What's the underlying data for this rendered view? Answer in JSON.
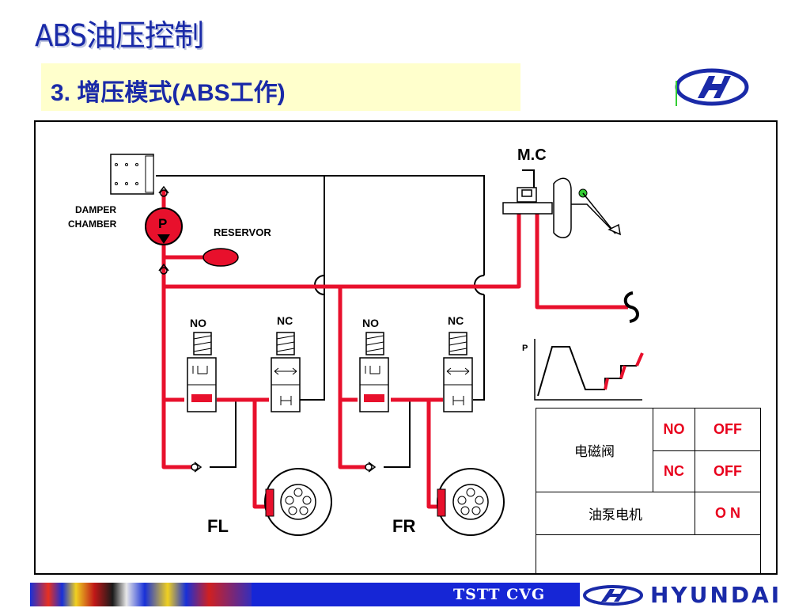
{
  "page": {
    "title": "ABS油压控制",
    "subtitle": "3. 增压模式(ABS工作)"
  },
  "diagram": {
    "labels": {
      "mc": "M.C",
      "damper": "DAMPER",
      "chamber": "CHAMBER",
      "pump": "P",
      "reservor": "RESERVOR",
      "no_left": "NO",
      "nc_left": "NC",
      "no_right": "NO",
      "nc_right": "NC",
      "fl": "FL",
      "fr": "FR",
      "graph_p": "P"
    },
    "colors": {
      "hydraulic": "#e8102c",
      "pump": "#e8102c",
      "accent_green": "#33cc33",
      "title_blue": "#1a2aa8",
      "subtitle_bg": "#ffffcc"
    }
  },
  "status_table": {
    "solenoid_label": "电磁阀",
    "no_label": "NO",
    "no_state": "OFF",
    "nc_label": "NC",
    "nc_state": "OFF",
    "motor_label": "油泵电机",
    "motor_state": "O N"
  },
  "footer": {
    "text": "TSTT CVG",
    "brand": "HYUNDAI",
    "logo_icon": "hyundai-logo-icon"
  }
}
